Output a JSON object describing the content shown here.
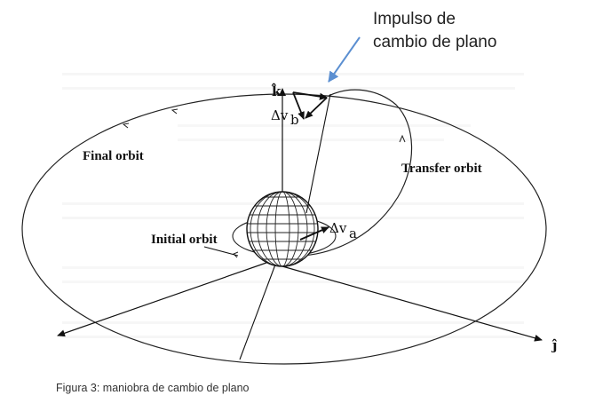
{
  "callout": {
    "line1": "Impulso de",
    "line2": "cambio de plano",
    "arrow_color": "#5b8fd1"
  },
  "labels": {
    "final_orbit": "Final orbit",
    "transfer_orbit": "Transfer orbit",
    "initial_orbit": "Initial orbit",
    "delta_v_b": "Δv",
    "delta_v_b_sub": "b",
    "delta_v_a": "Δv",
    "delta_v_a_sub": "a",
    "axis_k": "k̂",
    "axis_j": "ĵ"
  },
  "caption": "Figura 3: maniobra de cambio de plano",
  "icons": [
    "globe-icon",
    "callout-arrow-icon",
    "axis-arrow-icon"
  ]
}
